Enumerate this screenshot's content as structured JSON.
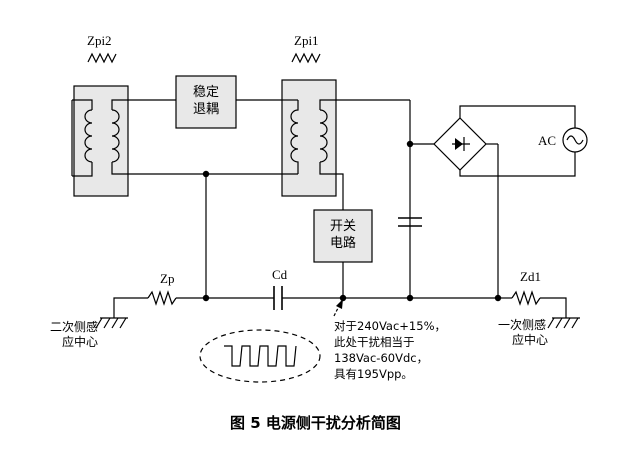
{
  "labels": {
    "zpi2": "Zpi2",
    "zpi1": "Zpi1",
    "zp": "Zp",
    "cd": "Cd",
    "zd1": "Zd1",
    "ac": "AC"
  },
  "boxes": {
    "regulator_line1": "稳定",
    "regulator_line2": "退耦",
    "switch_line1": "开关",
    "switch_line2": "电路"
  },
  "sides": {
    "secondary_line1": "二次侧感",
    "secondary_line2": "应中心",
    "primary_line1": "一次侧感",
    "primary_line2": "应中心"
  },
  "annotation": {
    "line1": "对于240Vac+15%，",
    "line2": "此处干扰相当于",
    "line3": "138Vac-60Vdc，",
    "line4": "具有195Vpp。"
  },
  "caption": "图 5  电源侧干扰分析简图"
}
